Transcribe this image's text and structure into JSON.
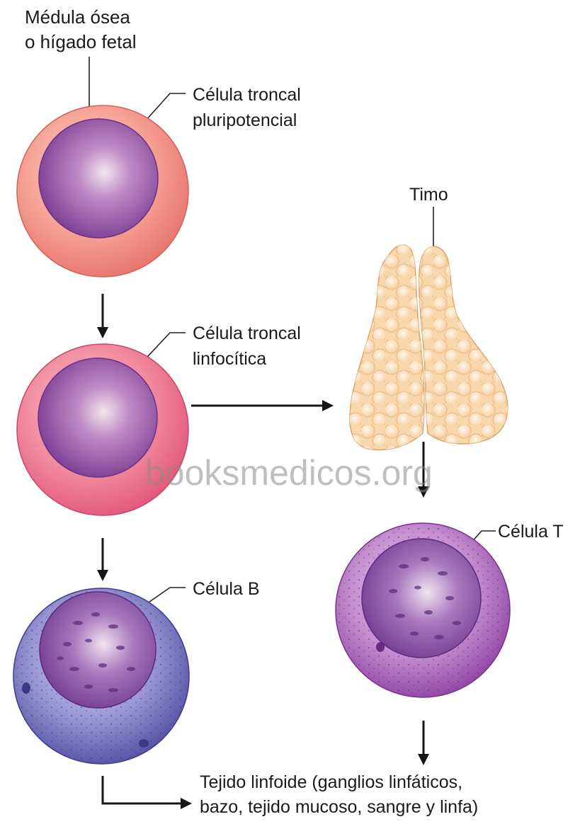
{
  "labels": {
    "source_line1": "Médula ósea",
    "source_line2": "o hígado fetal",
    "pluripotent_line1": "Célula troncal",
    "pluripotent_line2": "pluripotencial",
    "lymphoid_line1": "Célula troncal",
    "lymphoid_line2": "linfocítica",
    "thymus": "Timo",
    "b_cell": "Célula B",
    "t_cell": "Célula T",
    "destination_line1": "Tejido linfoide (ganglios linfáticos,",
    "destination_line2": "bazo, tejido mucoso, sangre y linfa)"
  },
  "watermark": "booksmedicos.org",
  "colors": {
    "pluripotent_cytoplasm": "#f28c84",
    "lymphoid_cytoplasm": "#ee6f86",
    "b_cell_cytoplasm": "#6b66b8",
    "t_cell_cytoplasm": "#a05cb0",
    "nucleus": "#8e4aa2",
    "thymus": "#f8d7ad"
  },
  "icons": [
    "down-arrow",
    "right-arrow"
  ]
}
